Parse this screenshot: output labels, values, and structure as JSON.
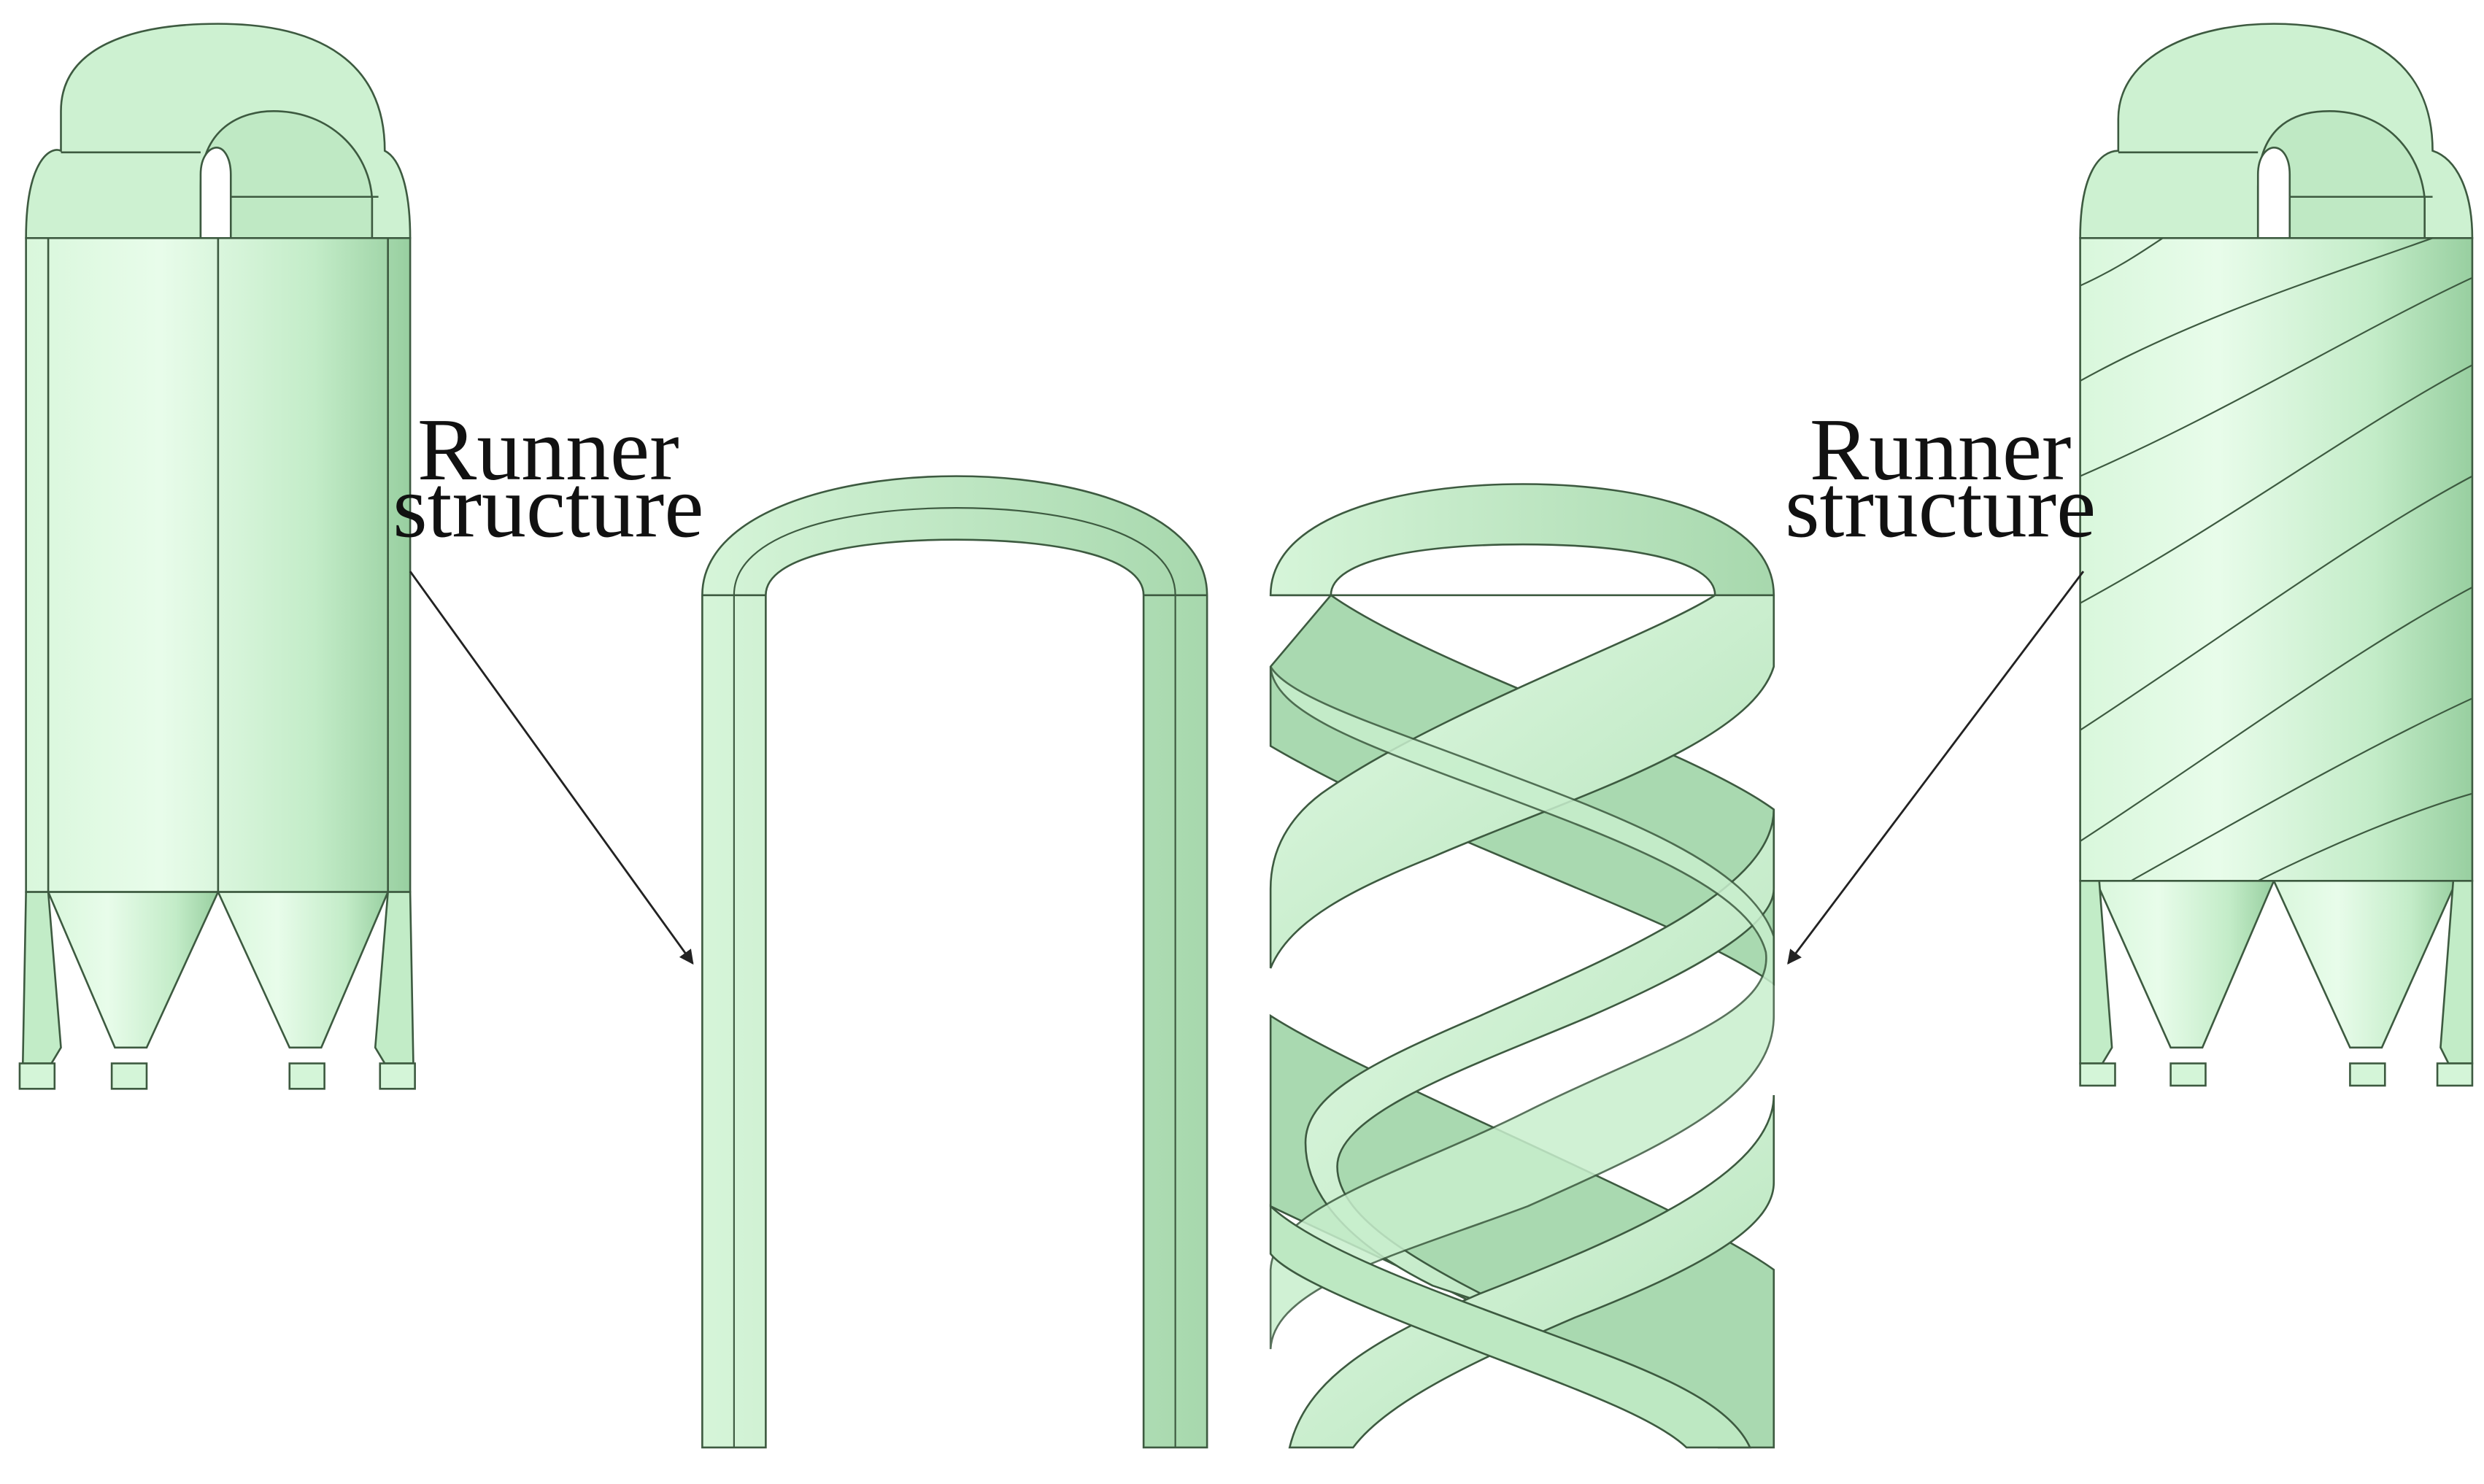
{
  "annotations": {
    "left": {
      "line1": "Runner",
      "line2": "structure"
    },
    "right": {
      "line1": "Runner",
      "line2": "structure"
    }
  },
  "colors": {
    "body_fill": "#d4f5d8",
    "body_light": "#e6fbe8",
    "body_mid": "#c2ecc7",
    "body_shade": "#9fd3a6",
    "outline": "#3d5a40",
    "arrow": "#222222",
    "background": "#ffffff"
  }
}
